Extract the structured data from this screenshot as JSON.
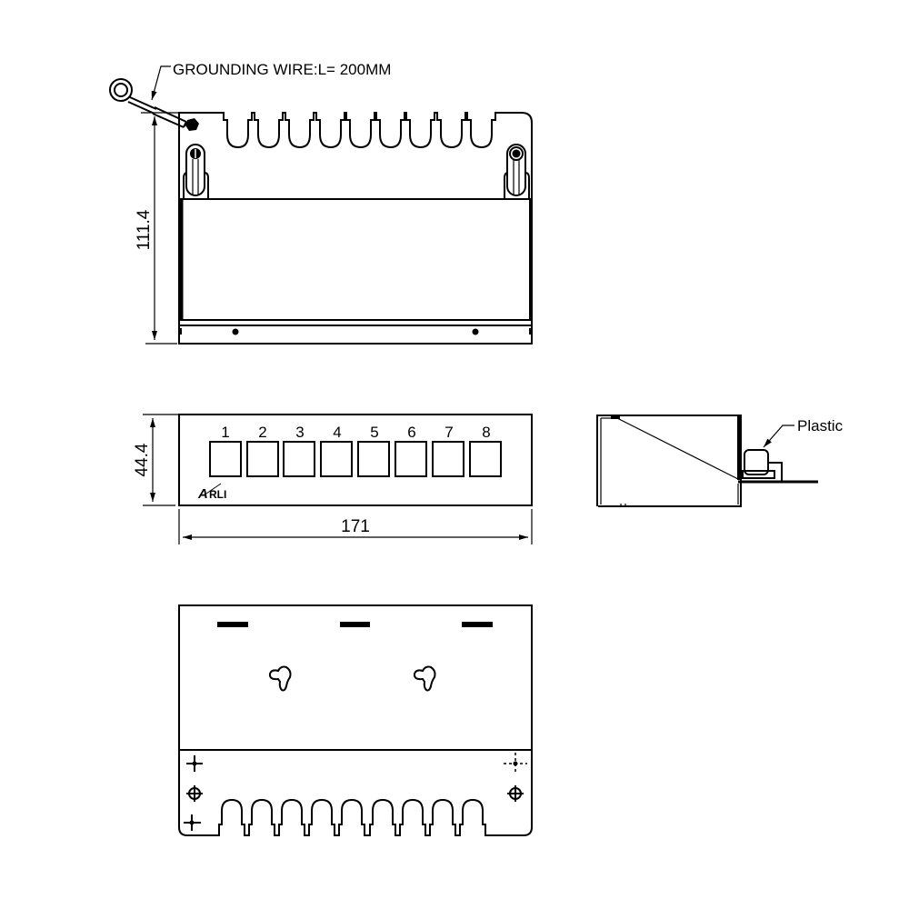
{
  "drawing": {
    "type": "technical-drawing",
    "subject": "8-port patch panel enclosure",
    "colors": {
      "line": "#000000",
      "background": "#ffffff"
    }
  },
  "top_view": {
    "callout_label": "GROUNDING WIRE:L= 200MM",
    "height_dimension": "111.4",
    "cable_slot_count": 9
  },
  "front_view": {
    "port_labels": [
      "1",
      "2",
      "3",
      "4",
      "5",
      "6",
      "7",
      "8"
    ],
    "brand_logo": "ARLI",
    "brand_logo_mark": "A",
    "brand_logo_rest": "RLI",
    "height_dimension": "44.4",
    "width_dimension": "171"
  },
  "side_view": {
    "callout_label": "Plastic"
  },
  "bottom_view": {
    "mount_slot_count": 3,
    "keyhole_count": 2,
    "cable_slot_count": 9
  }
}
